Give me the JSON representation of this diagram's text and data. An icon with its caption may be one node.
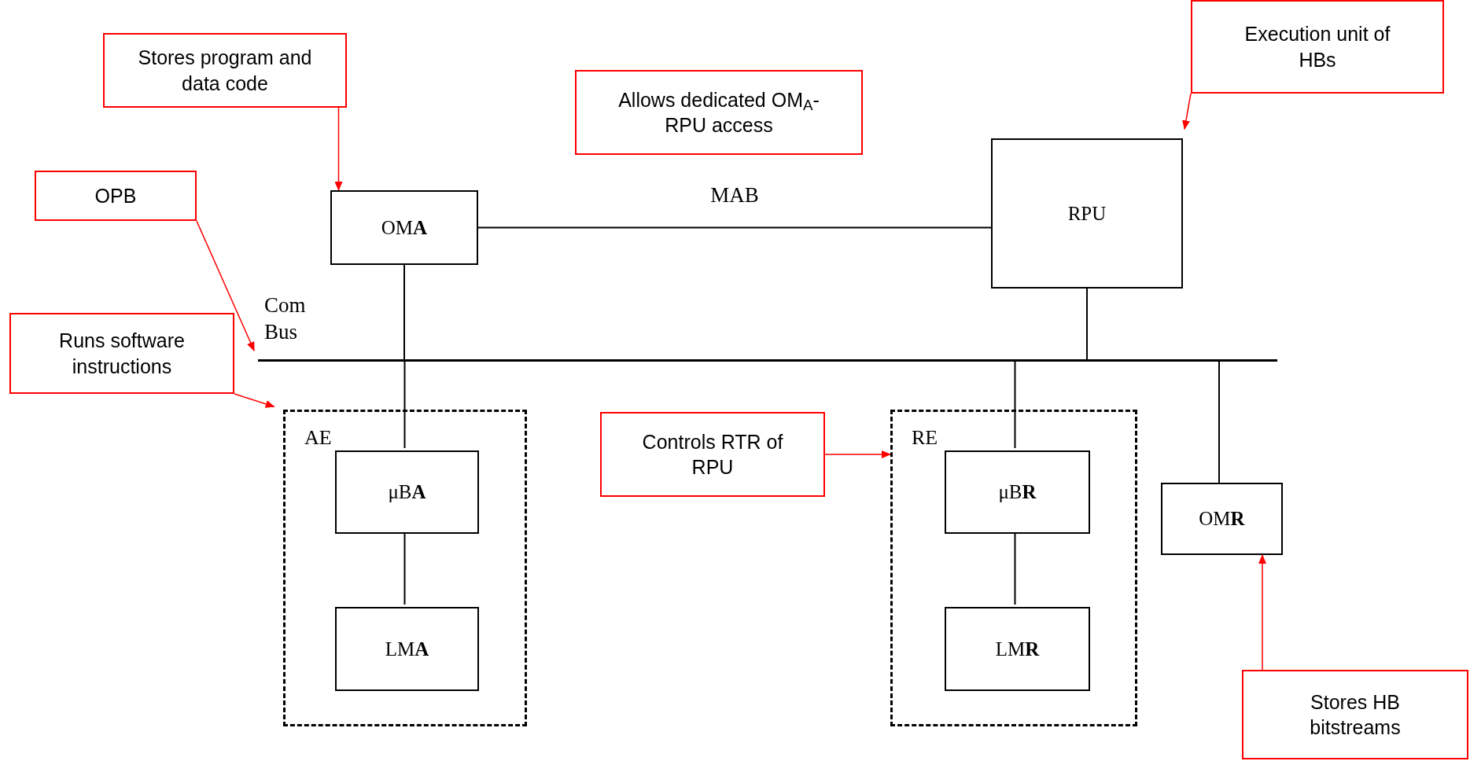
{
  "diagram": {
    "nodes": [
      {
        "text": [
          "Stores program and data code"
        ]
      },
      {
        "text": [
          "Execution unit of HBs"
        ]
      },
      {
        "text": [
          "Allows dedicated OM$_{A}$-RPU access"
        ]
      },
      {
        "text": [
          "OPB"
        ]
      },
      {
        "text": [
          "OM**A**"
        ]
      },
      {
        "text": [
          "RPU"
        ]
      },
      {
        "text": [],
        "shape": "bar",
        "beside": [
          "Com Bus"
        ]
      },
      {
        "text": [
          "Runs software instructions"
        ]
      },
      {
        "text": [
          "AE"
        ]
      },
      {
        "text": [
          "μB**A**"
        ],
        "in": 8
      },
      {
        "text": [
          "LM**A**"
        ],
        "in": 8
      },
      {
        "text": [
          "Controls RTR of RPU"
        ]
      },
      {
        "text": [
          "RE"
        ]
      },
      {
        "text": [
          "μB**R**"
        ],
        "in": 12
      },
      {
        "text": [
          "LM**R**"
        ],
        "in": 12
      },
      {
        "text": [
          "OM**R**"
        ]
      },
      {
        "text": [
          "Stores HB bitstreams"
        ]
      }
    ],
    "edges": [
      {
        "from": 4,
        "to": 5,
        "arrow": "none",
        "label": "MAB"
      },
      {
        "from": 4,
        "to": 6,
        "arrow": "none"
      },
      {
        "from": 6,
        "to": 9,
        "arrow": "none"
      },
      {
        "from": 5,
        "to": 6,
        "arrow": "none"
      },
      {
        "from": 6,
        "to": 13,
        "arrow": "none"
      },
      {
        "from": 6,
        "to": 15,
        "arrow": "none"
      },
      {
        "from": 9,
        "to": 10,
        "arrow": "none"
      },
      {
        "from": 13,
        "to": 14,
        "arrow": "none"
      },
      {
        "from": 0,
        "to": 4,
        "arrow": "to",
        "color": "#ff0000"
      },
      {
        "from": 1,
        "to": 5,
        "arrow": "to",
        "color": "#ff0000"
      },
      {
        "from": 3,
        "to": 6,
        "arrow": "to",
        "color": "#ff0000"
      },
      {
        "from": 7,
        "to": 8,
        "arrow": "to",
        "color": "#ff0000"
      },
      {
        "from": 11,
        "to": 12,
        "arrow": "to",
        "color": "#ff0000"
      },
      {
        "from": 16,
        "to": 15,
        "arrow": "to",
        "color": "#ff0000"
      }
    ]
  }
}
